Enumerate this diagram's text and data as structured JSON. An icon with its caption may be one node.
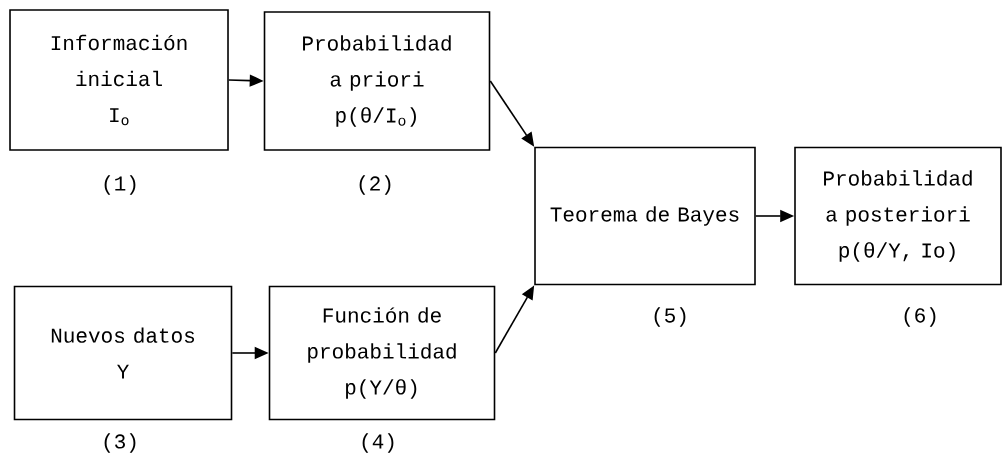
{
  "diagram": {
    "nodes": [
      {
        "text": [
          "Información inicial",
          "I$_{o}$"
        ],
        "beside": [
          "(1)"
        ]
      },
      {
        "text": [
          "Probabilidad a priori",
          "p(θ/I$_{o}$)"
        ],
        "beside": [
          "(2)"
        ]
      },
      {
        "text": [
          "Nuevos datos",
          "Y"
        ],
        "beside": [
          "(3)"
        ]
      },
      {
        "text": [
          "Función de probabilidad",
          "p(Y/θ)"
        ],
        "beside": [
          "(4)"
        ]
      },
      {
        "text": [
          "Teorema de Bayes"
        ],
        "beside": [
          "(5)"
        ]
      },
      {
        "text": [
          "Probabilidad a posteriori",
          "p(θ/Y, Io)"
        ],
        "beside": [
          "(6)"
        ]
      }
    ],
    "edges": [
      {
        "from": 0,
        "to": 1,
        "arrow": "to"
      },
      {
        "from": 2,
        "to": 3,
        "arrow": "to"
      },
      {
        "from": 1,
        "to": 4,
        "arrow": "to"
      },
      {
        "from": 3,
        "to": 4,
        "arrow": "to"
      },
      {
        "from": 4,
        "to": 5,
        "arrow": "to"
      }
    ]
  }
}
